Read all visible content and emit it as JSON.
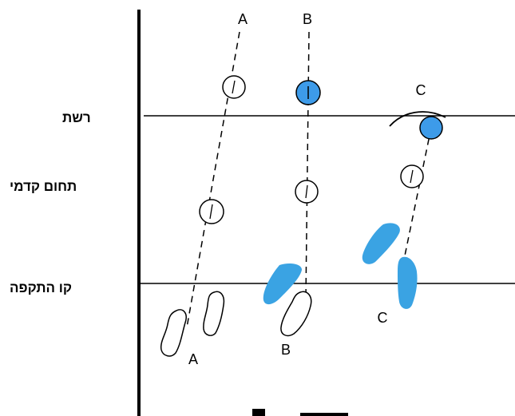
{
  "zones": {
    "net": "רשת",
    "front_court": "תחום קדמי",
    "attack_line": "קו התקפה"
  },
  "tracks": [
    {
      "id": "A",
      "top_label": "A",
      "bottom_label": "A"
    },
    {
      "id": "B",
      "top_label": "B",
      "bottom_label": "B"
    },
    {
      "id": "C",
      "top_label": "C",
      "bottom_label": "C"
    }
  ],
  "colors": {
    "line": "#000000",
    "accent_blue": "#3aa3e3",
    "ball_fill": "#3d9be9",
    "ghost_text": "#b5b5b5"
  }
}
